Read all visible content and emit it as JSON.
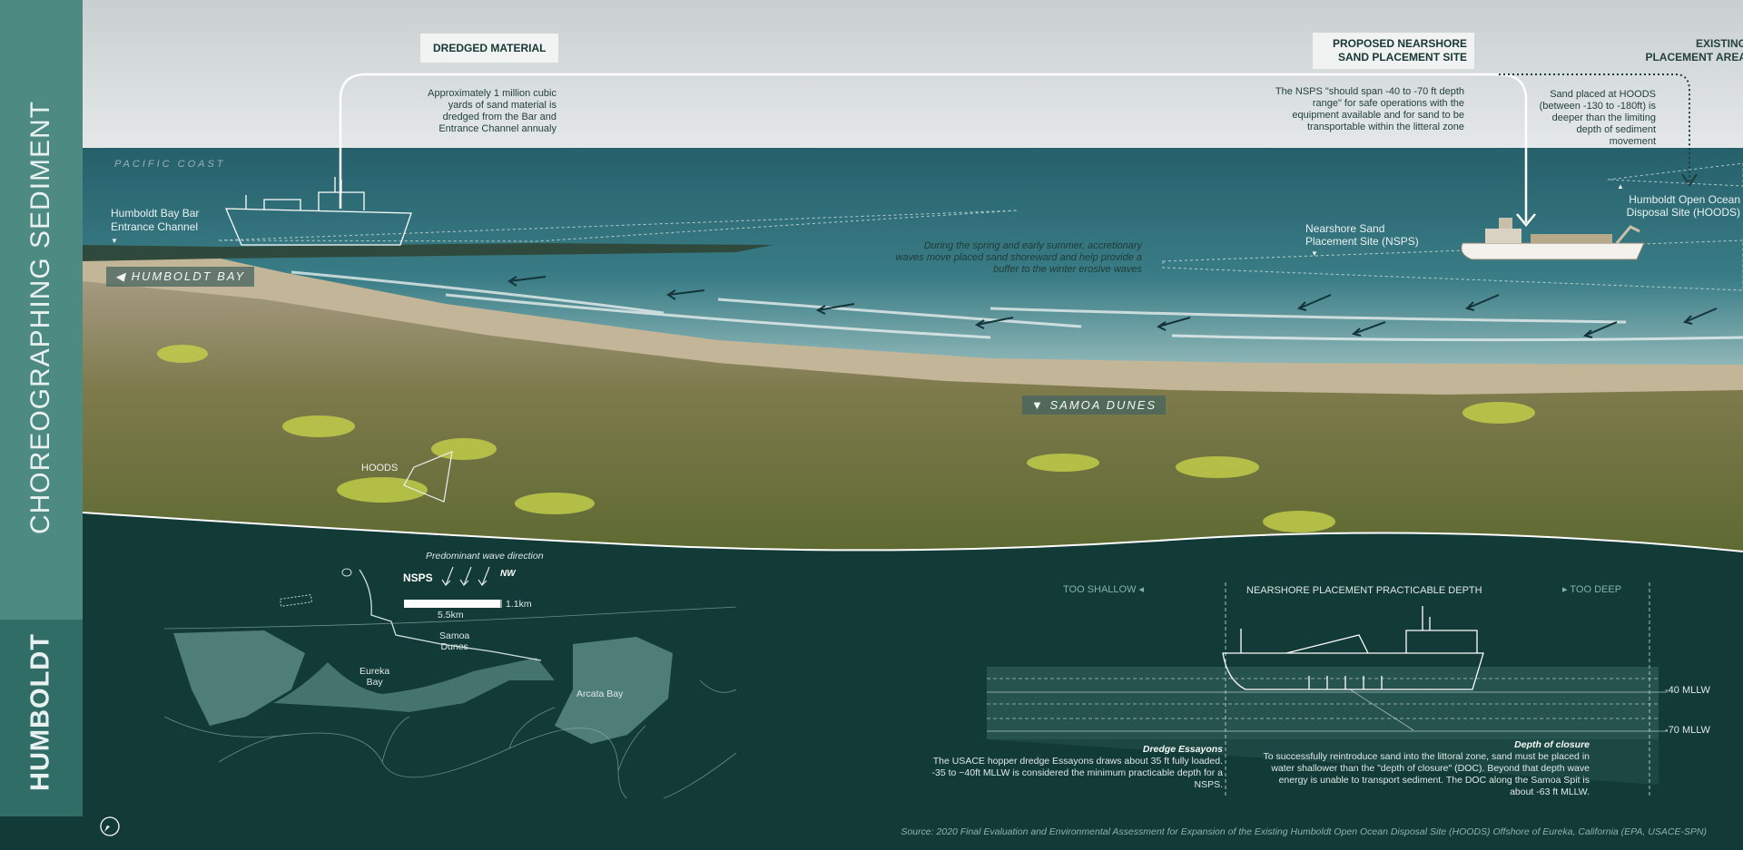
{
  "sidebar": {
    "title_top": "CHOREOGRAPHING SEDIMENT",
    "title_bottom": "HUMBOLDT"
  },
  "photo": {
    "dredged_material": {
      "label": "DREDGED MATERIAL",
      "text": "Approximately  1 million cubic yards of sand material is dredged from the Bar and Entrance Channel annualy"
    },
    "nsps": {
      "label_line1": "PROPOSED NEARSHORE",
      "label_line2": "SAND PLACEMENT SITE",
      "text": "The NSPS \"should span -40 to -70 ft depth range\" for safe operations with the equipment available and for sand to be transportable within the litteral zone",
      "site_line1": "Nearshore Sand",
      "site_line2": "Placement Site (NSPS)"
    },
    "existing": {
      "label_line1": "EXISTING",
      "label_line2": "PLACEMENT AREA",
      "text": "Sand placed at HOODS (between -130 to -180ft) is deeper than the limiting depth of sediment movement",
      "site_line1": "Humboldt Open Ocean",
      "site_line2": "Disposal Site (HOODS)"
    },
    "pacific_coast": "PACIFIC COAST",
    "entrance_line1": "Humboldt Bay Bar",
    "entrance_line2": "Entrance Channel",
    "humboldt_bay": "HUMBOLDT BAY",
    "samoa_dunes": "SAMOA DUNES",
    "hoods_small": "HOODS",
    "waves_text": "During the spring and early summer, accretionary waves move placed sand shoreward and help provide a buffer to the winter erosive waves"
  },
  "map": {
    "wave_direction": "Predominant wave direction",
    "nsps": "NSPS",
    "nw": "NW",
    "scale_1": "1.1km",
    "scale_2": "5.5km",
    "samoa_dunes_1": "Samoa",
    "samoa_dunes_2": "Dunes",
    "eureka_1": "Eureka",
    "eureka_2": "Bay",
    "arcata": "Arcata Bay"
  },
  "depth": {
    "too_shallow": "TOO SHALLOW",
    "practicable": "NEARSHORE PLACEMENT PRACTICABLE DEPTH",
    "too_deep": "TOO DEEP",
    "mllw_40": "-40 MLLW",
    "mllw_70": "-70 MLLW",
    "dredge_title": "Dredge Essayons",
    "dredge_text": "The USACE hopper dredge Essayons  draws about 35 ft fully loaded. -35 to ~40ft MLLW is considered the minimum practicable depth for a NSPS.",
    "closure_title": "Depth of closure",
    "closure_text": "To successfully reintroduce sand into the littoral zone, sand must be placed in water shallower than the \"depth of closure\" (DOC). Beyond that depth wave energy is unable to transport sediment. The DOC along the Samoa Spit is about -63 ft MLLW."
  },
  "source": "Source: 2020 Final Evaluation and Environmental Assessment for Expansion of the Existing Humboldt Open Ocean Disposal Site (HOODS) Offshore of Eureka, California (EPA, USACE-SPN)",
  "colors": {
    "sidebar_top": "#4d8a82",
    "sidebar_bottom": "#2f6d66",
    "panel": "#123a36",
    "ocean": "#2e6f7a",
    "dune_green": "#7c8a3d"
  }
}
